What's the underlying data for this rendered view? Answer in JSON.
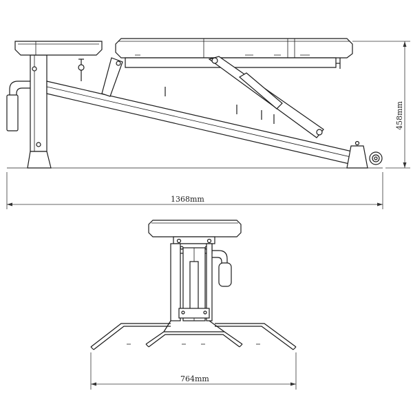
{
  "dimensions": {
    "length": "1368mm",
    "height": "458mm",
    "width": "764mm"
  },
  "colors": {
    "line": "#1a1a1a",
    "background": "#ffffff"
  }
}
